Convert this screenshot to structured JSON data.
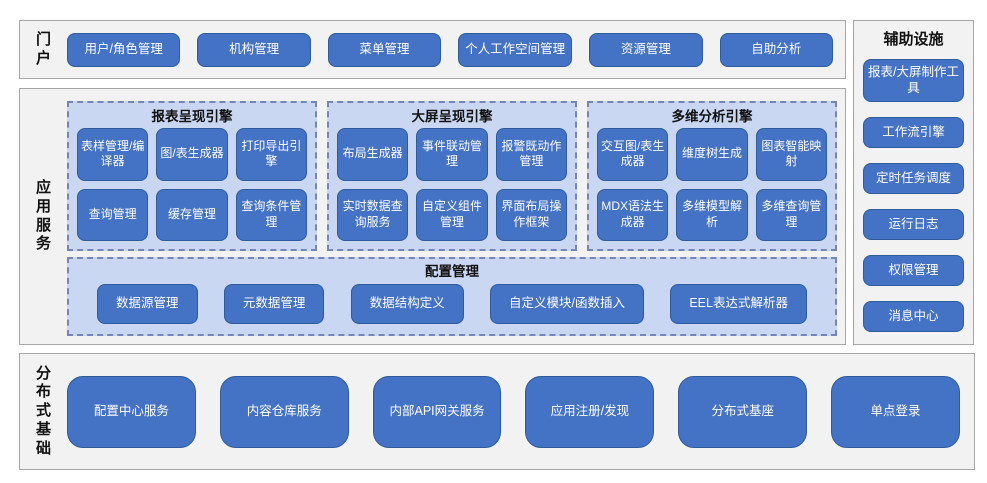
{
  "colors": {
    "button_fill": "#4472c4",
    "button_border": "#2e5b9c",
    "panel_fill": "#f2f2f2",
    "panel_border": "#a6a6a6",
    "engine_fill": "#c9d7f2",
    "engine_dashed_border": "#7585b5",
    "button_text": "#ffffff"
  },
  "portal": {
    "label": "门户",
    "buttons": [
      "用户/角色管理",
      "机构管理",
      "菜单管理",
      "个人工作空间管理",
      "资源管理",
      "自助分析"
    ]
  },
  "app_services": {
    "label": "应用服务",
    "engines": [
      {
        "title": "报表呈现引擎",
        "buttons": [
          "表样管理/编译器",
          "图/表生成器",
          "打印导出引擎",
          "查询管理",
          "缓存管理",
          "查询条件管理"
        ]
      },
      {
        "title": "大屏呈现引擎",
        "buttons": [
          "布局生成器",
          "事件联动管理",
          "报警既动作管理",
          "实时数据查询服务",
          "自定义组件管理",
          "界面布局操作框架"
        ]
      },
      {
        "title": "多维分析引擎",
        "buttons": [
          "交互图/表生成器",
          "维度树生成",
          "图表智能映射",
          "MDX语法生成器",
          "多维模型解析",
          "多维查询管理"
        ]
      }
    ],
    "config": {
      "title": "配置管理",
      "buttons": [
        "数据源管理",
        "元数据管理",
        "数据结构定义",
        "自定义模块/函数插入",
        "EEL表达式解析器"
      ]
    }
  },
  "aux": {
    "title": "辅助设施",
    "buttons": [
      "报表/大屏制作工具",
      "工作流引擎",
      "定时任务调度",
      "运行日志",
      "权限管理",
      "消息中心"
    ]
  },
  "foundation": {
    "label": "分布式基础",
    "buttons": [
      "配置中心服务",
      "内容仓库服务",
      "内部API网关服务",
      "应用注册/发现",
      "分布式基座",
      "单点登录"
    ]
  }
}
